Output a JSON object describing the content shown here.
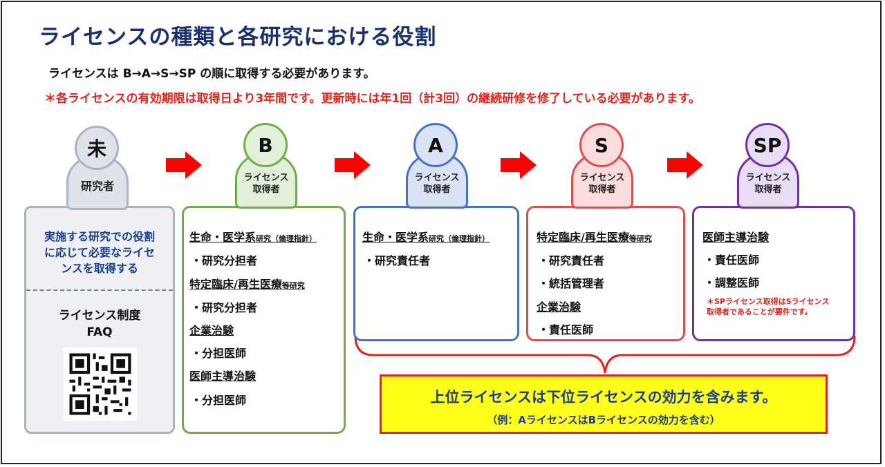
{
  "title": "ライセンスの種類と各研究における役割",
  "subtitle": "ライセンスは B→A→S→SP の順に取得する必要があります。",
  "note": "＊各ライセンスの有効期限は取得日より3年間です。更新時には年1回（計3回）の継続研修を修了している必要があります。",
  "colors": {
    "gray": "#a8b4c4",
    "green": "#70ad47",
    "blue": "#4472c4",
    "red": "#e14b4b",
    "purple": "#7030a0",
    "accent_red": "#e0231d",
    "navy": "#1a2f6e"
  },
  "levels": {
    "none": {
      "head": "未",
      "body": "研究者",
      "desc": [
        "実施する研究での役割",
        "に応じて必要なライセ",
        "ンスを取得する"
      ],
      "faq": [
        "ライセンス制度",
        "FAQ"
      ]
    },
    "b": {
      "head": "B",
      "body": [
        "ライセンス",
        "取得者"
      ],
      "rows": [
        {
          "head": "生命・医学系",
          "small": "研究（倫理指針）"
        },
        {
          "item": "・研究分担者"
        },
        {
          "head": "特定臨床/再生医療",
          "small": "等研究"
        },
        {
          "item": "・研究分担者"
        },
        {
          "head": "企業治験"
        },
        {
          "item": "・分担医師"
        },
        {
          "head": "医師主導治験"
        },
        {
          "item": "・分担医師"
        }
      ]
    },
    "a": {
      "head": "A",
      "body": [
        "ライセンス",
        "取得者"
      ],
      "rows": [
        {
          "head": "生命・医学系",
          "small": "研究（倫理指針）"
        },
        {
          "item": "・研究責任者"
        }
      ]
    },
    "s": {
      "head": "S",
      "body": [
        "ライセンス",
        "取得者"
      ],
      "rows": [
        {
          "head": "特定臨床/再生医療",
          "small": "等研究"
        },
        {
          "item": "・研究責任者"
        },
        {
          "item": "・統括管理者"
        },
        {
          "head": "企業治験"
        },
        {
          "item": "・責任医師"
        }
      ]
    },
    "sp": {
      "head": "SP",
      "body": [
        "ライセンス",
        "取得者"
      ],
      "rows": [
        {
          "head": "医師主導治験"
        },
        {
          "item": "・責任医師"
        },
        {
          "item": "・調整医師"
        }
      ],
      "note": [
        "＊SPライセンス取得はSライセンス",
        "取得者であることが要件です。"
      ]
    }
  },
  "banner": {
    "main": "上位ライセンスは下位ライセンスの効力を含みます。",
    "example": "（例：AライセンスはBライセンスの効力を含む）"
  }
}
